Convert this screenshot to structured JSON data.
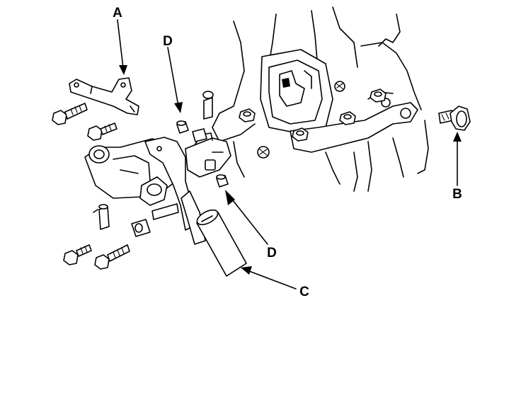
{
  "callouts": {
    "a": "A",
    "b": "B",
    "c": "C",
    "d_top": "D",
    "d_bottom": "D"
  }
}
